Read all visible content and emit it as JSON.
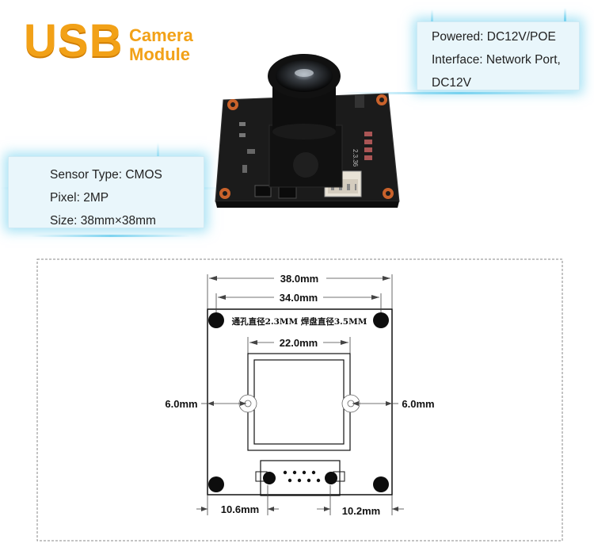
{
  "header": {
    "title_main": "USB",
    "title_line1": "Camera",
    "title_line2": "Module"
  },
  "power_card": {
    "lines": [
      "Powered: DC12V/POE",
      "Interface: Network Port,",
      "DC12V"
    ]
  },
  "sensor_card": {
    "lines": [
      "Sensor Type: CMOS",
      "Pixel: 2MP",
      "Size: 38mm×38mm"
    ]
  },
  "drawing": {
    "dim_overall": "38.0mm",
    "dim_holes": "34.0mm",
    "note": "通孔直径2.3MM 焊盘直径3.5MM",
    "dim_lens": "22.0mm",
    "dim_left": "6.0mm",
    "dim_right": "6.0mm",
    "dim_bottom_left": "10.6mm",
    "dim_bottom_right": "10.2mm"
  },
  "board_silk": "2.3.36",
  "colors": {
    "accent_orange": "#f2a117",
    "card_bg": "#e9f6fb",
    "glow_cyan": "#6fd0ee",
    "pcb": "#1b1b1b",
    "pad_copper": "#c9622b"
  }
}
